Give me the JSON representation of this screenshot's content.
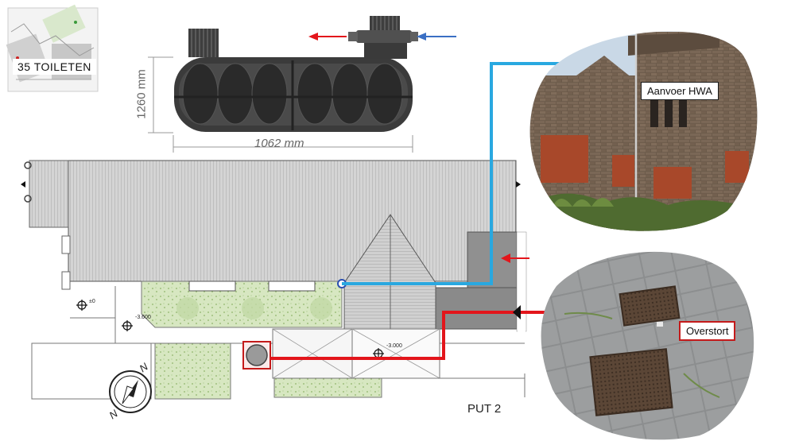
{
  "thumbnail": {
    "label": "35  TOILETEN"
  },
  "tank": {
    "height_label": "1260 mm",
    "length_label": "1062 mm"
  },
  "photos": {
    "facade_label": "Aanvoer HWA",
    "pavement_label": "Overstort"
  },
  "plan": {
    "level_1": "±0",
    "level_2": "-3.600",
    "level_3": "-3.000",
    "compass": "N",
    "put_label": "PUT 2"
  },
  "colors": {
    "inflow": "#29a8e0",
    "overflow": "#e3151b",
    "arrow_blue": "#3a6fc4",
    "grass": "#c9dfb0"
  },
  "icons": [
    "north-compass-icon",
    "level-marker-icon",
    "flow-arrow-icon"
  ]
}
